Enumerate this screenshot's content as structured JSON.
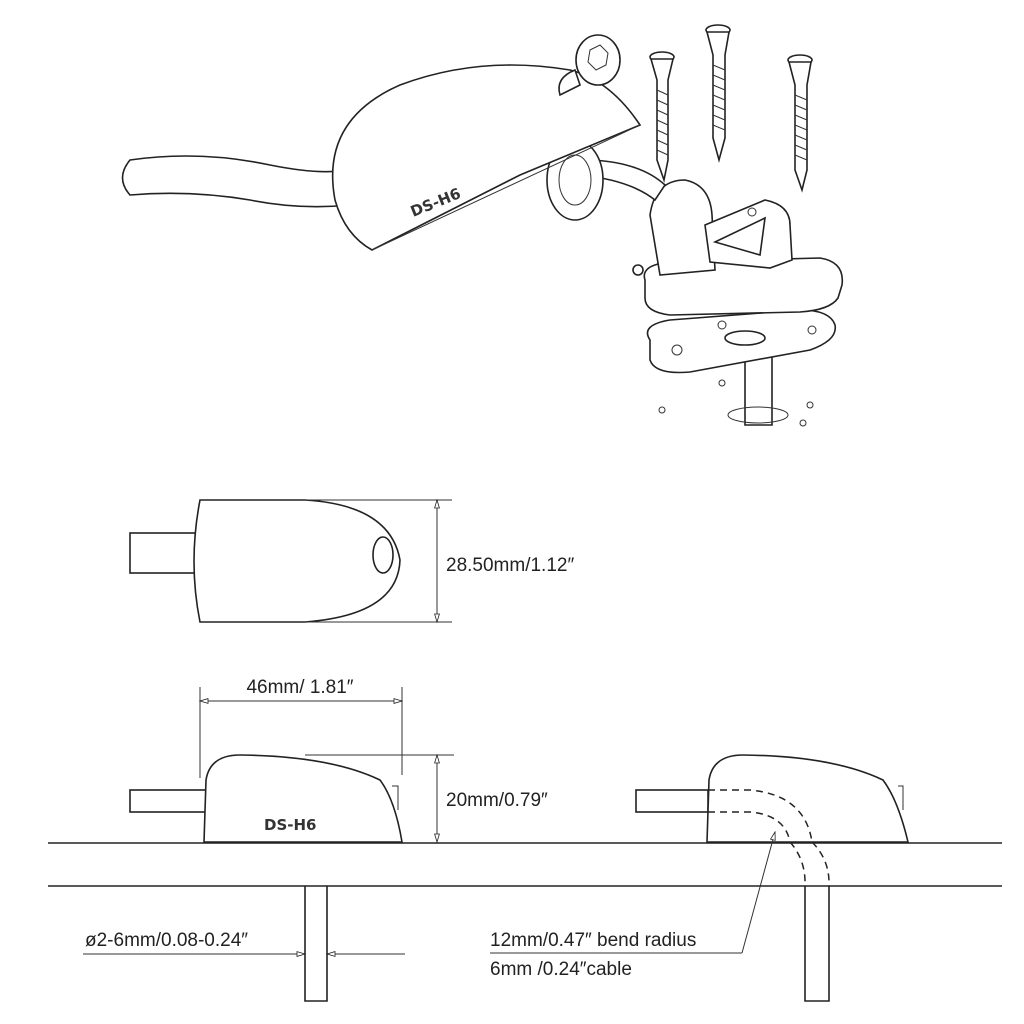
{
  "diagram": {
    "model_label_perspective": "DS-H6",
    "model_label_side": "DS-H6",
    "dimensions": {
      "width": "28.50mm/1.12″",
      "length": "46mm/ 1.81″",
      "height": "20mm/0.79″",
      "hole_diameter": "ø2-6mm/0.08-0.24″",
      "bend_radius": "12mm/0.47″ bend radius",
      "cable": "6mm /0.24″cable"
    }
  }
}
